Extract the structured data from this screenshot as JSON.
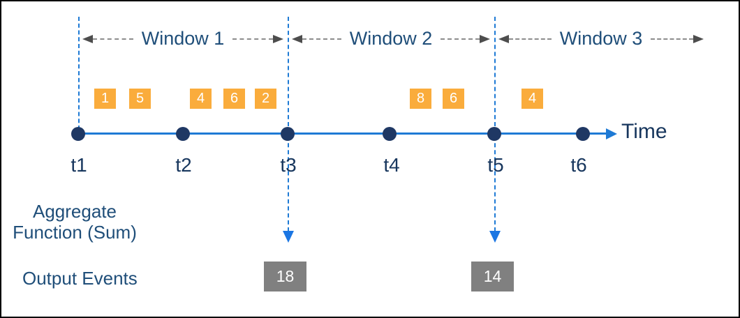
{
  "colors": {
    "event_box": "#FAAC3C",
    "output_box": "#808080",
    "axis_blue": "#1E7AD5",
    "marker_arrow_blue": "#1B76E3",
    "dot_navy": "#1F3864",
    "label_blue": "#1F4E79",
    "tick_navy": "#17365D",
    "window_arrow_gray": "#8C8C8C",
    "window_arrowhead_gray": "#4D4D4D",
    "border_black": "#000000"
  },
  "windows": [
    {
      "label": "Window 1"
    },
    {
      "label": "Window 2"
    },
    {
      "label": "Window 3"
    }
  ],
  "timeline": {
    "axis_label": "Time",
    "ticks": [
      {
        "label": "t1"
      },
      {
        "label": "t2"
      },
      {
        "label": "t3"
      },
      {
        "label": "t4"
      },
      {
        "label": "t5"
      },
      {
        "label": "t6"
      }
    ]
  },
  "events": [
    {
      "value": "1"
    },
    {
      "value": "5"
    },
    {
      "value": "4"
    },
    {
      "value": "6"
    },
    {
      "value": "2"
    },
    {
      "value": "8"
    },
    {
      "value": "6"
    },
    {
      "value": "4"
    }
  ],
  "aggregate": {
    "line1": "Aggregate",
    "line2": "Function (Sum)"
  },
  "output": {
    "label": "Output Events",
    "events": [
      {
        "value": "18"
      },
      {
        "value": "14"
      }
    ]
  }
}
